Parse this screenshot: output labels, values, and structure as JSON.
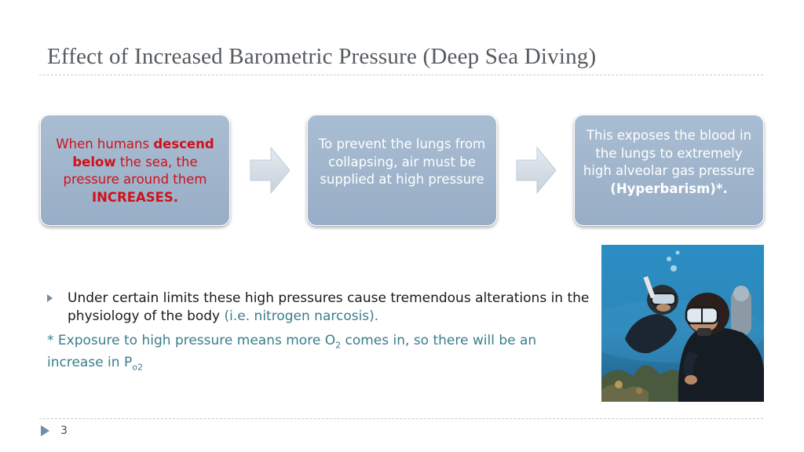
{
  "slide": {
    "title": "Effect of Increased Barometric Pressure (Deep Sea Diving)",
    "page_number": "3"
  },
  "flow": {
    "box1": {
      "t1": "When humans ",
      "t2": "descend below",
      "t3": " the  sea, the pressure around them ",
      "t4": "INCREASES."
    },
    "box2": {
      "text": "To prevent the lungs from collapsing, air must be supplied at high pressure"
    },
    "box3": {
      "t1": "This exposes the blood in the lungs to extremely high alveolar gas pressure ",
      "t2": "(Hyperbarism)*."
    }
  },
  "bullet": {
    "main": "Under certain limits these high pressures cause tremendous alterations in the physiology of the body ",
    "example": "(i.e. nitrogen narcosis)."
  },
  "note": {
    "part1": "* Exposure to high pressure means more O",
    "sub1": "2",
    "part2": " comes in, so there will be an increase in P",
    "sub2": "o2"
  },
  "colors": {
    "box_fill": "#a9bdd2",
    "emphasis_red": "#d0101a",
    "note_teal": "#3a7d8c",
    "water": "#2f86b8"
  },
  "icons": {
    "arrow": "right-arrow-icon",
    "bullet": "triangle-bullet-icon"
  }
}
